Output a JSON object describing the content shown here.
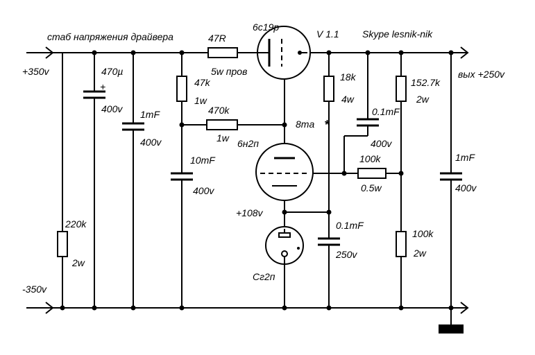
{
  "title": "стаб напряжения драйвера",
  "tubes": {
    "top": "6с19р",
    "middle": "6н2п",
    "regulator": "Сг2п"
  },
  "version": "V 1.1",
  "contact": "Skype  lesnik-nik",
  "inputs": {
    "positive": "+350v",
    "negative": "-350v"
  },
  "output": "вых +250v",
  "components": {
    "r_series": {
      "value": "47R",
      "power": "5w пров"
    },
    "c_input": {
      "value": "470µ",
      "voltage": "400v",
      "polarity": "+"
    },
    "c_1mF_left": {
      "value": "1mF",
      "voltage": "400v"
    },
    "r_220k": {
      "value": "220k",
      "power": "2w"
    },
    "r_47k": {
      "value": "47k",
      "power": "1w"
    },
    "r_470k": {
      "value": "470k",
      "power": "1w"
    },
    "c_10mF": {
      "value": "10mF",
      "voltage": "400v"
    },
    "r_18k": {
      "value": "18k",
      "power": "4w"
    },
    "c_01mF_top": {
      "value": "0.1mF",
      "voltage": "400v"
    },
    "r_152k": {
      "value": "152.7k",
      "power": "2w"
    },
    "r_100k_mid": {
      "value": "100k",
      "power": "0.5w"
    },
    "c_1mF_right": {
      "value": "1mF",
      "voltage": "400v"
    },
    "r_100k_bot": {
      "value": "100k",
      "power": "2w"
    },
    "c_01mF_bot": {
      "value": "0.1mF",
      "voltage": "250v"
    }
  },
  "annotations": {
    "current": "8ma",
    "current_mark": "*",
    "ref_voltage": "+108v"
  }
}
